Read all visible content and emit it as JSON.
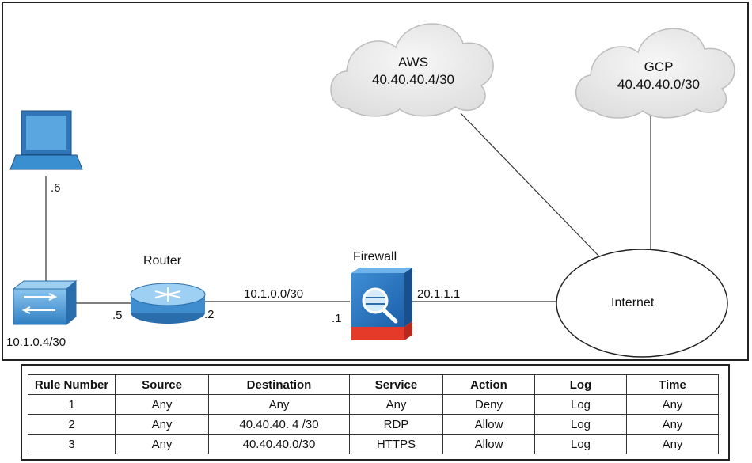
{
  "devices": {
    "laptop_ip": ".6",
    "switch_port": ".5",
    "switch_network": "10.1.0.4/30",
    "router_label": "Router",
    "router_port": ".2",
    "transit_network": "10.1.0.0/30",
    "firewall_label": "Firewall",
    "firewall_inside_ip": ".1",
    "firewall_outside_ip": "20.1.1.1",
    "internet_label": "Internet"
  },
  "clouds": {
    "aws": {
      "name": "AWS",
      "network": "40.40.40.4/30"
    },
    "gcp": {
      "name": "GCP",
      "network": "40.40.40.0/30"
    }
  },
  "rules_table": {
    "headers": [
      "Rule Number",
      "Source",
      "Destination",
      "Service",
      "Action",
      "Log",
      "Time"
    ],
    "rows": [
      [
        "1",
        "Any",
        "Any",
        "Any",
        "Deny",
        "Log",
        "Any"
      ],
      [
        "2",
        "Any",
        "40.40.40. 4 /30",
        "RDP",
        "Allow",
        "Log",
        "Any"
      ],
      [
        "3",
        "Any",
        "40.40.40.0/30",
        "HTTPS",
        "Allow",
        "Log",
        "Any"
      ]
    ]
  },
  "colors": {
    "device_blue": "#3a8fd0",
    "firewall_red": "#e53a2a",
    "cloud_fill": "#eeeeee"
  }
}
